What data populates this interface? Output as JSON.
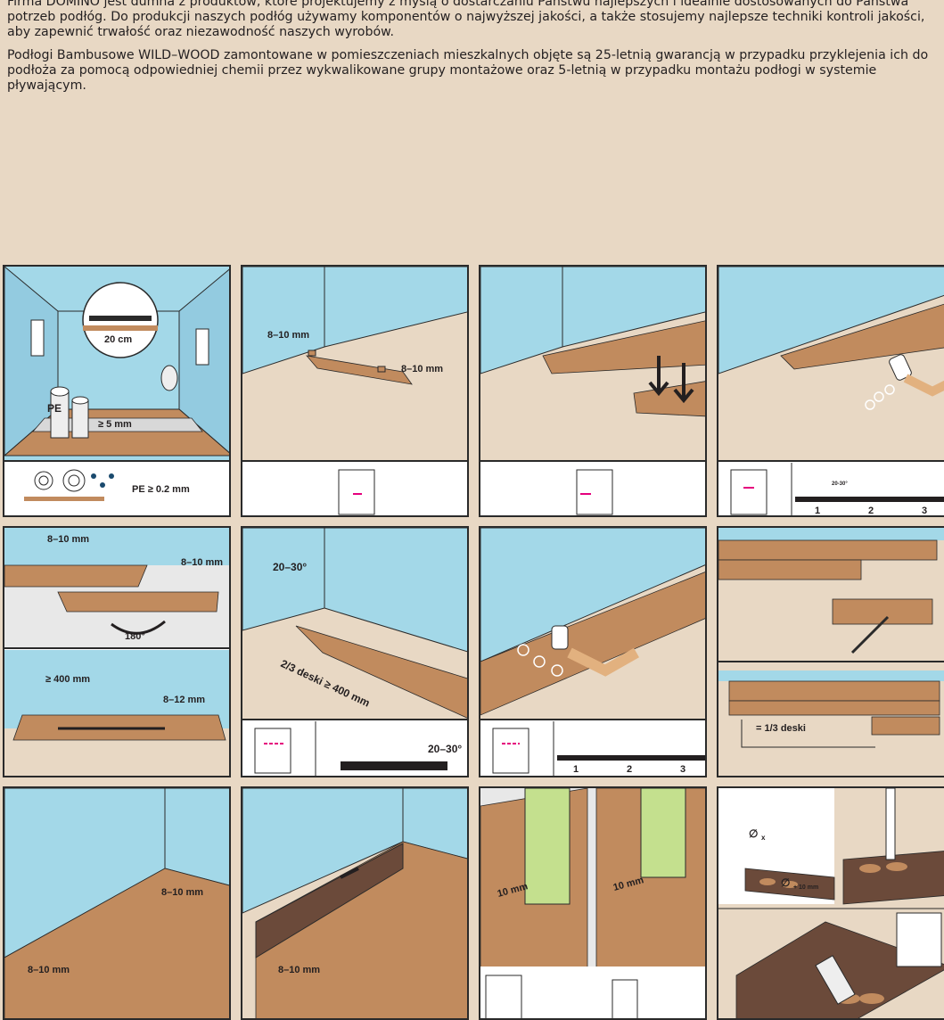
{
  "intro": {
    "paragraph1": "Firma DOMINO jest dumna z produktów, które projektujemy z myślą o dostarczaniu Państwu najlepszych i idealnie dostosowanych do Państwa potrzeb podłóg. Do produkcji naszych podłóg używamy komponentów o najwyższej jakości, a także stosujemy najlepsze techniki kontroli jakości, aby zapewnić trwałość oraz niezawodność naszych wyrobów.",
    "paragraph2": "Podłogi Bambusowe WILD–WOOD zamontowane w pomieszczeniach mieszkalnych objęte są 25-letnią gwarancją w przypadku przyklejenia ich do podłoża za pomocą odpowiedniej chemii przez wykwalikowane grupy montażowe oraz 5-letnią w przypadku montażu podłogi w systemie pływającym."
  },
  "steps": {
    "s1": {
      "circle_label": "20 cm",
      "roll_label": "PE",
      "thickness_label": "≥ 5 mm",
      "foil_label": "PE ≥ 0.2 mm"
    },
    "s2": {
      "gap_left": "8–10 mm",
      "gap_right": "8–10 mm"
    },
    "s4": {
      "angle_small": "20-30°",
      "sequence": [
        "1",
        "2",
        "3"
      ]
    },
    "s5": {
      "gap_top": "8–10 mm",
      "gap_right": "8–10 mm",
      "rotate_label": "180°",
      "min_length": "≥ 400 mm",
      "gap_side": "8–12 mm"
    },
    "s6": {
      "angle_label": "20–30°",
      "length_rule": "2/3 deski ≥ 400 mm",
      "detail_angle": "20–30°"
    },
    "s7": {
      "sequence": [
        "1",
        "2",
        "3"
      ]
    },
    "s8": {
      "offset_rule": "= 1/3 deski"
    },
    "s9": {
      "gap_back": "8–10 mm",
      "gap_front": "8–10 mm"
    },
    "s10": {
      "gap_label": "8–10 mm"
    },
    "s11": {
      "cut_left": "10 mm",
      "cut_right": "10 mm"
    },
    "s12": {
      "diameter_label": "∅",
      "diameter_sub": "x",
      "diameter_plus": "∅",
      "diameter_plus_sub": "+ 10 mm"
    }
  },
  "colors": {
    "wall": "#a3d8e8",
    "floor": "#e8d8c4",
    "plank": "#c18b5e",
    "accent": "#e5007d"
  }
}
